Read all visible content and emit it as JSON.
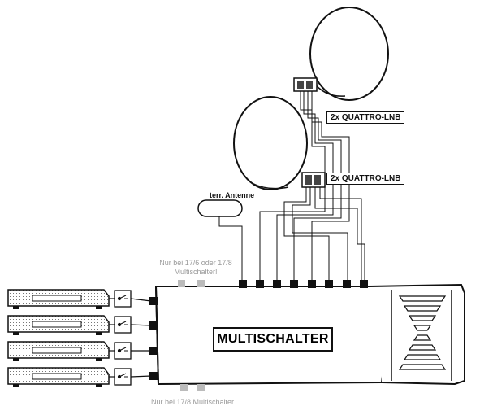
{
  "labels": {
    "lnb_top": "2x QUATTRO-LNB",
    "lnb_bottom": "2x QUATTRO-LNB",
    "terrestrial": "terr. Antenne",
    "multiswitch": "MULTISCHALTER",
    "note_top_line1": "Nur bei 17/6 oder 17/8",
    "note_top_line2": "Multischalter!",
    "note_bottom": "Nur bei 17/8 Multischalter"
  },
  "receivers": [
    "receiver-1",
    "receiver-2",
    "receiver-3",
    "receiver-4"
  ],
  "colors": {
    "line": "#111111",
    "note": "#9a9a9a",
    "fill": "#ffffff"
  }
}
